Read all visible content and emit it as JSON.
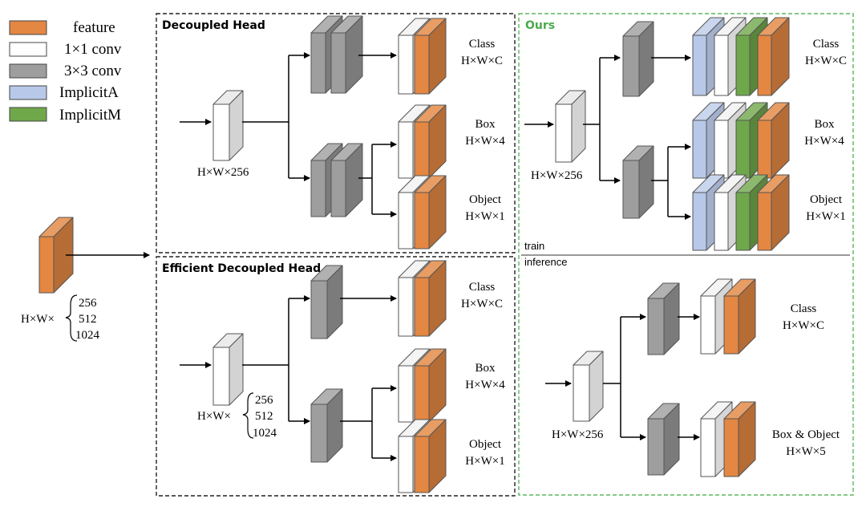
{
  "colors": {
    "feature": "#E38742",
    "conv1x1": "#FFFFFF",
    "conv3x3": "#9E9E9E",
    "implicitA": "#B8C8E8",
    "implicitM": "#6FA84A",
    "box_decoupled": "#000000",
    "box_ours": "#5DB55D"
  },
  "legend": [
    {
      "label": "feature"
    },
    {
      "label": "1×1 conv"
    },
    {
      "label": "3×3 conv"
    },
    {
      "label": "ImplicitA"
    },
    {
      "label": "ImplicitM"
    }
  ],
  "input": {
    "prefix": "H×W×",
    "channels": [
      "256",
      "512",
      "1024"
    ]
  },
  "panels": {
    "decoupled": {
      "title": "Decoupled Head",
      "stem_label": "H×W×256",
      "outputs": [
        {
          "name": "Class",
          "dims": "H×W×C"
        },
        {
          "name": "Box",
          "dims": "H×W×4"
        },
        {
          "name": "Object",
          "dims": "H×W×1"
        }
      ]
    },
    "efficient": {
      "title": "Efficient Decoupled Head",
      "stem_prefix": "H×W×",
      "stem_channels": [
        "256",
        "512",
        "1024"
      ],
      "outputs": [
        {
          "name": "Class",
          "dims": "H×W×C"
        },
        {
          "name": "Box",
          "dims": "H×W×4"
        },
        {
          "name": "Object",
          "dims": "H×W×1"
        }
      ]
    },
    "ours": {
      "title": "Ours",
      "train_label": "train",
      "inference_label": "inference",
      "train_stem_label": "H×W×256",
      "train_outputs": [
        {
          "name": "Class",
          "dims": "H×W×C"
        },
        {
          "name": "Box",
          "dims": "H×W×4"
        },
        {
          "name": "Object",
          "dims": "H×W×1"
        }
      ],
      "inference_stem_label": "H×W×256",
      "inference_outputs": [
        {
          "name": "Class",
          "dims": "H×W×C"
        },
        {
          "name": "Box & Object",
          "dims": "H×W×5"
        }
      ]
    }
  }
}
